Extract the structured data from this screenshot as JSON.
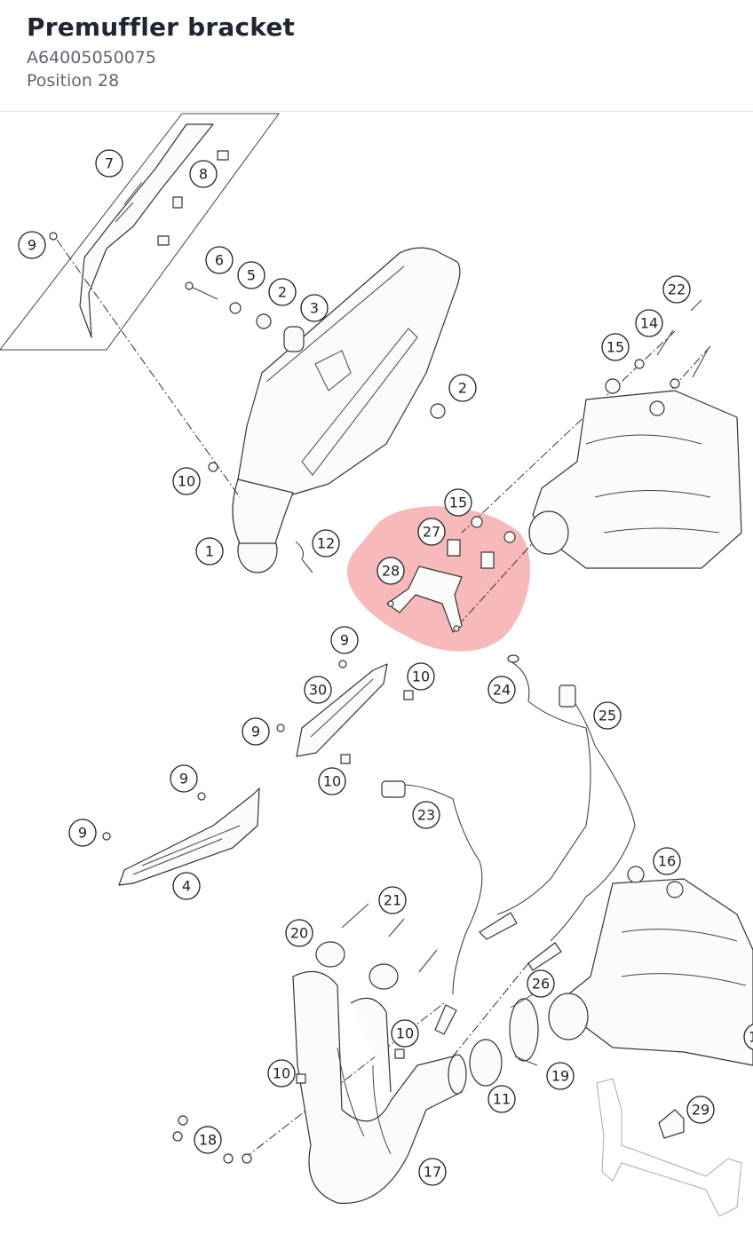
{
  "header": {
    "title": "Premuffler bracket",
    "part_number": "A64005050075",
    "position": "Position 28"
  },
  "diagram": {
    "highlight_color": "#f08080",
    "selected_callout": "28",
    "callouts": [
      {
        "id": "c1",
        "label": "1"
      },
      {
        "id": "c2a",
        "label": "2"
      },
      {
        "id": "c2b",
        "label": "2"
      },
      {
        "id": "c3",
        "label": "3"
      },
      {
        "id": "c4",
        "label": "4"
      },
      {
        "id": "c5",
        "label": "5"
      },
      {
        "id": "c6",
        "label": "6"
      },
      {
        "id": "c7",
        "label": "7"
      },
      {
        "id": "c8",
        "label": "8"
      },
      {
        "id": "c9a",
        "label": "9"
      },
      {
        "id": "c9b",
        "label": "9"
      },
      {
        "id": "c9c",
        "label": "9"
      },
      {
        "id": "c9d",
        "label": "9"
      },
      {
        "id": "c9e",
        "label": "9"
      },
      {
        "id": "c10a",
        "label": "10"
      },
      {
        "id": "c10b",
        "label": "10"
      },
      {
        "id": "c10c",
        "label": "10"
      },
      {
        "id": "c10d",
        "label": "10"
      },
      {
        "id": "c10e",
        "label": "10"
      },
      {
        "id": "c11",
        "label": "11"
      },
      {
        "id": "c12",
        "label": "12"
      },
      {
        "id": "c14",
        "label": "14"
      },
      {
        "id": "c15a",
        "label": "15"
      },
      {
        "id": "c15b",
        "label": "15"
      },
      {
        "id": "c16",
        "label": "16"
      },
      {
        "id": "c17",
        "label": "17"
      },
      {
        "id": "c18",
        "label": "18"
      },
      {
        "id": "c19",
        "label": "19"
      },
      {
        "id": "c20",
        "label": "20"
      },
      {
        "id": "c21",
        "label": "21"
      },
      {
        "id": "c22",
        "label": "22"
      },
      {
        "id": "c23",
        "label": "23"
      },
      {
        "id": "c24",
        "label": "24"
      },
      {
        "id": "c25",
        "label": "25"
      },
      {
        "id": "c26",
        "label": "26"
      },
      {
        "id": "c27",
        "label": "27"
      },
      {
        "id": "c28",
        "label": "28"
      },
      {
        "id": "c29",
        "label": "29"
      },
      {
        "id": "c30",
        "label": "30"
      },
      {
        "id": "c16b",
        "label": "1"
      }
    ]
  }
}
